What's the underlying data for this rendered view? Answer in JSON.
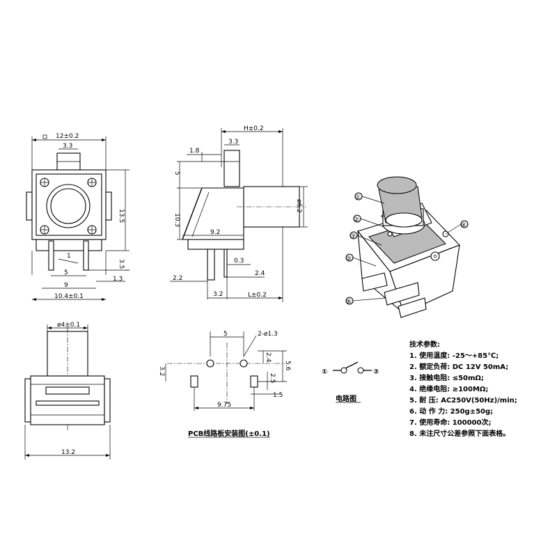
{
  "dimensions": {
    "front": {
      "width_top": "12±0.2",
      "stem": "3.3",
      "height": "13.5",
      "pin_w": "1",
      "pin_gap": "5",
      "pin_span": "9",
      "pin_len": "3.5",
      "base": "10.4±0.1",
      "foot": "1.3"
    },
    "side": {
      "total_h": "H±0.2",
      "cap_w": "3.3",
      "offset": "1.8",
      "stem_h": "5",
      "body_h": "10.3",
      "body_w": "9.2",
      "diameter": "ø6.2",
      "pin_t": "0.3",
      "pin_out": "2.4",
      "lead": "2.2",
      "pin_pos": "3.2",
      "lead_len": "L±0.2"
    },
    "bottom": {
      "stem_w": "ø4±0.1",
      "base_w": "13.2"
    },
    "pcb": {
      "hole_span": "5",
      "hole_dia": "2-ø1.3",
      "row_gap": "2.4",
      "height": "5.6",
      "pad_h": "3.2",
      "pad_w": "2.5",
      "pad_gap": "1.5",
      "pad_span": "9.75"
    }
  },
  "captions": {
    "pcb": "PCB线路板安装图(±0.1)",
    "circuit": "电路图"
  },
  "circuit": {
    "terminal_1": "①",
    "terminal_2": "②"
  },
  "callouts": [
    "①",
    "②",
    "③",
    "④",
    "⑤",
    "⑥"
  ],
  "specs": {
    "title": "技术参数:",
    "items": [
      "1.  使用温度: -25～+85℃;",
      "2.  额定负荷: DC 12V 50mA;",
      "3.  接触电阻: ≤50mΩ;",
      "4.  绝缘电阻: ≥100MΩ;",
      "5.  耐      压: AC250V(50Hz)/min;",
      "6.  动 作 力: 250g±50g;",
      "7.  使用寿命: 100000次;",
      "8.  未注尺寸公差参照下面表格。"
    ]
  }
}
